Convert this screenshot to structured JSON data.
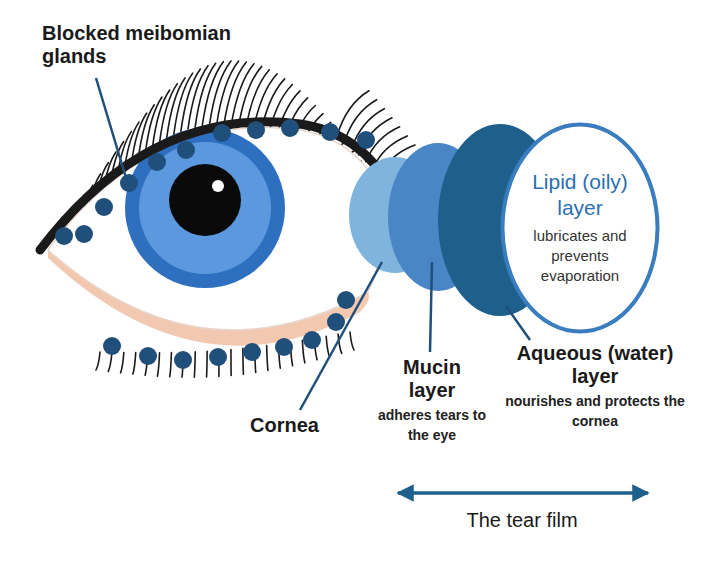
{
  "diagram": {
    "nodes": [
      {
        "text": [
          "Lipid (oily) layer",
          "lubricates and prevents evaporation"
        ]
      }
    ],
    "labels": [
      "Blocked meibomian glands",
      "Cornea",
      "Mucin layer",
      "adheres tears to the eye",
      "Aqueous (water) layer",
      "nourishes and protects the cornea",
      "The tear film"
    ]
  }
}
